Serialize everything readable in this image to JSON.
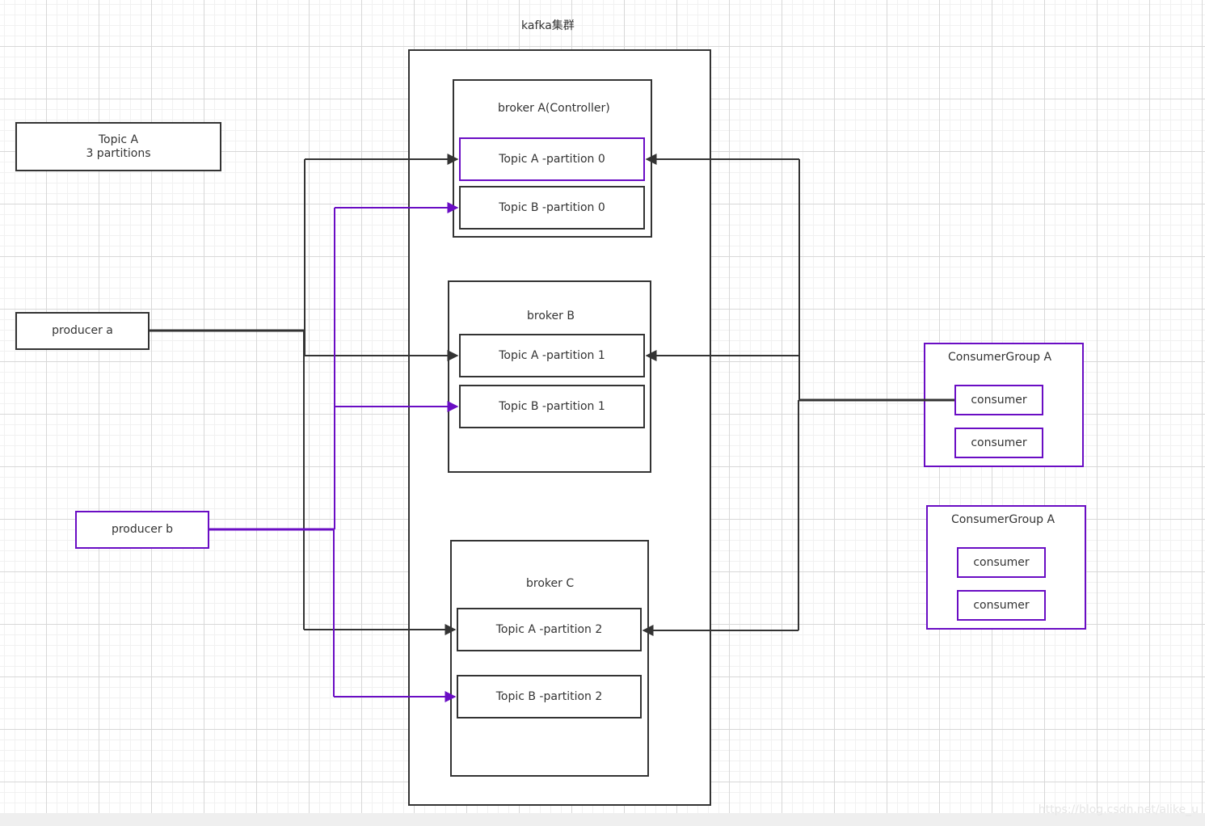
{
  "title": "kafka集群",
  "topic_note": [
    "Topic A",
    "3 partitions"
  ],
  "producers": [
    "producer a",
    "producer b"
  ],
  "brokers": [
    {
      "name": "broker A(Controller)",
      "partitions": [
        "Topic A -partition 0",
        "Topic B -partition 0"
      ]
    },
    {
      "name": "broker B",
      "partitions": [
        "Topic A -partition 1",
        "Topic B -partition 1"
      ]
    },
    {
      "name": "broker C",
      "partitions": [
        "Topic A -partition 2",
        "Topic B -partition 2"
      ]
    }
  ],
  "consumer_groups": [
    {
      "name": "ConsumerGroup A",
      "consumers": [
        "consumer",
        "consumer"
      ]
    },
    {
      "name": "ConsumerGroup A",
      "consumers": [
        "consumer",
        "consumer"
      ]
    }
  ],
  "watermark": "https://blog.csdn.net/alike_u",
  "colors": {
    "dark": "#333333",
    "purple": "#6a0dc4"
  }
}
